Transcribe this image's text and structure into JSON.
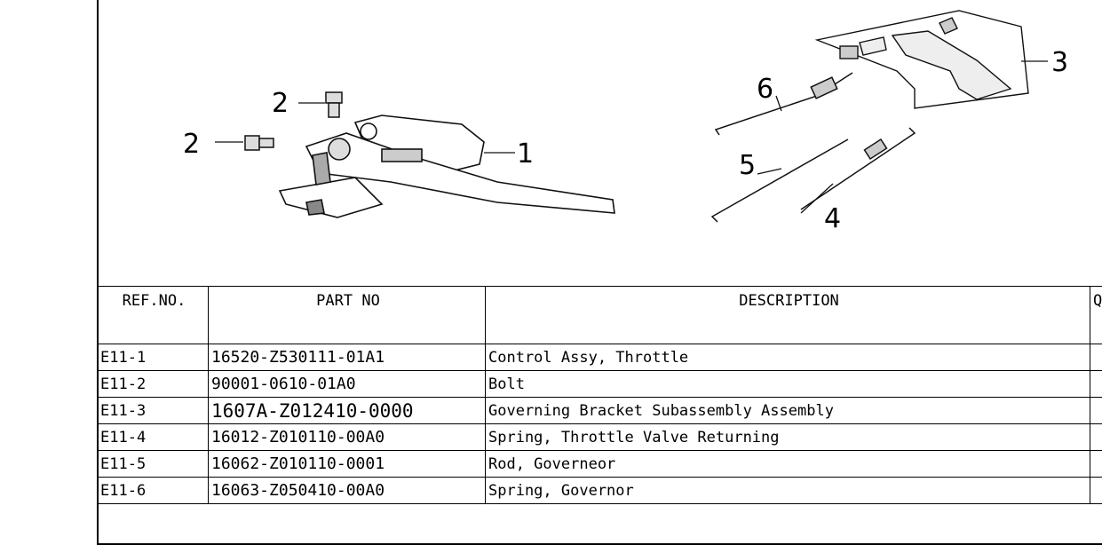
{
  "diagram": {
    "callouts": [
      "1",
      "2",
      "2",
      "3",
      "4",
      "5",
      "6"
    ]
  },
  "table": {
    "headers": [
      "REF.NO.",
      "PART NO",
      "DESCRIPTION",
      "Q"
    ],
    "rows": [
      {
        "ref": "E11-1",
        "part": "16520-Z530111-01A1",
        "desc": "Control Assy, Throttle",
        "qty": ""
      },
      {
        "ref": "E11-2",
        "part": "90001-0610-01A0",
        "desc": "Bolt",
        "qty": ""
      },
      {
        "ref": "E11-3",
        "part": "1607A-Z012410-0000",
        "desc": "Governing Bracket Subassembly Assembly",
        "qty": ""
      },
      {
        "ref": "E11-4",
        "part": "16012-Z010110-00A0",
        "desc": "Spring, Throttle Valve Returning",
        "qty": ""
      },
      {
        "ref": "E11-5",
        "part": "16062-Z010110-0001",
        "desc": "Rod, Governeor",
        "qty": ""
      },
      {
        "ref": "E11-6",
        "part": "16063-Z050410-00A0",
        "desc": "Spring, Governor",
        "qty": ""
      }
    ]
  }
}
